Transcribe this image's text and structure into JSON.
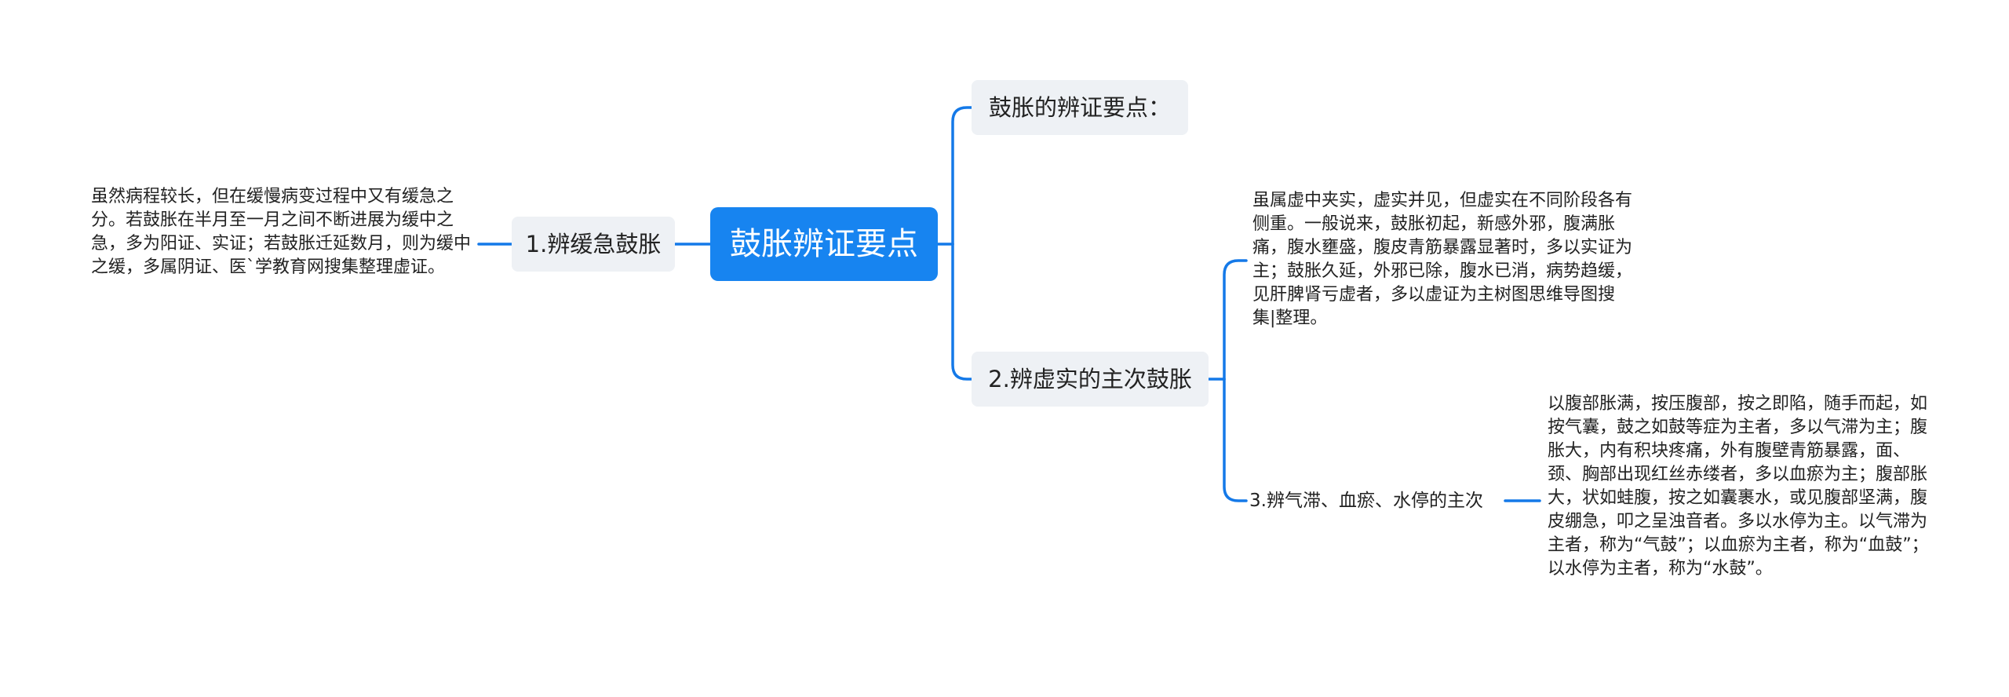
{
  "diagram": {
    "root": "鼓胀辨证要点",
    "branches": [
      {
        "title": "1.辨缓急鼓胀",
        "note": "虽然病程较长，但在缓慢病变过程中又有缓急之分。若鼓胀在半月至一月之间不断进展为缓中之急，多为阳证、实证；若鼓胀迁延数月，则为缓中之缓，多属阴证、医`学教育网搜集整理虚证。"
      },
      {
        "title": "鼓胀的辨证要点："
      },
      {
        "title": "2.辨虚实的主次鼓胀",
        "note": "虽属虚中夹实，虚实并见，但虚实在不同阶段各有侧重。一般说来，鼓胀初起，新感外邪，腹满胀痛，腹水壅盛，腹皮青筋暴露显著时，多以实证为主；鼓胀久延，外邪已除，腹水已消，病势趋缓，见肝脾肾亏虚者，多以虚证为主树图思维导图搜集|整理。",
        "subtopic": {
          "title": "3.辨气滞、血瘀、水停的主次",
          "note": "以腹部胀满，按压腹部，按之即陷，随手而起，如按气囊，鼓之如鼓等症为主者，多以气滞为主；腹胀大，内有积块疼痛，外有腹壁青筋暴露，面、颈、胸部出现红丝赤缕者，多以血瘀为主；腹部胀大，状如蛙腹，按之如囊裹水，或见腹部坚满，腹皮绷急，叩之呈浊音者。多以水停为主。以气滞为主者，称为“气鼓”；以血瘀为主者，称为“血鼓”；以水停为主者，称为“水鼓”。"
        }
      }
    ]
  },
  "colors": {
    "accent": "#1784f0",
    "edge": "#1479e8",
    "topic_bg": "#eef1f5",
    "text": "#222222",
    "background": "#ffffff"
  }
}
